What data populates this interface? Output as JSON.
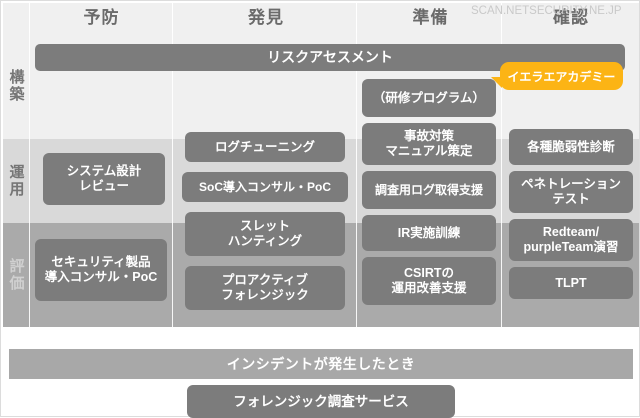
{
  "watermark": {
    "text": "SCAN.NETSECURITY.NE.JP"
  },
  "header": {
    "columns": [
      {
        "label": "予防"
      },
      {
        "label": "発見"
      },
      {
        "label": "準備"
      },
      {
        "label": "確認"
      }
    ]
  },
  "stages": [
    {
      "label": "構築"
    },
    {
      "label": "運用"
    },
    {
      "label": "評価"
    }
  ],
  "top_bar": {
    "label": "リスクアセスメント"
  },
  "callout": {
    "label": "イエラエアカデミー",
    "color": "#fcb415"
  },
  "columns": {
    "prevention": {
      "items": [
        {
          "label": "システム設計\nレビュー"
        },
        {
          "label": "セキュリティ製品\n導入コンサル・PoC"
        }
      ]
    },
    "detection": {
      "items": [
        {
          "label": "ログチューニング"
        },
        {
          "label": "SoC導入コンサル・PoC"
        },
        {
          "label": "スレット\nハンティング"
        },
        {
          "label": "プロアクティブ\nフォレンジック"
        }
      ]
    },
    "preparation": {
      "items": [
        {
          "label": "（研修プログラム）"
        },
        {
          "label": "事故対策\nマニュアル策定"
        },
        {
          "label": "調査用ログ取得支援"
        },
        {
          "label": "IR実施訓練"
        },
        {
          "label": "CSIRTの\n運用改善支援"
        }
      ]
    },
    "verification": {
      "items": [
        {
          "label": "各種脆弱性診断"
        },
        {
          "label": "ペネトレーション\nテスト"
        },
        {
          "label": "Redteam/\npurpleTeam演習"
        },
        {
          "label": "TLPT"
        }
      ]
    }
  },
  "incident": {
    "bar_label": "インシデントが発生したとき",
    "service_label": "フォレンジック調査サービス"
  },
  "colors": {
    "pill": "#7c7c7c",
    "band_build": "#f0f0f0",
    "band_operate": "#d9d9d9",
    "band_evaluate": "#aaaaaa",
    "accent": "#fcb415"
  }
}
